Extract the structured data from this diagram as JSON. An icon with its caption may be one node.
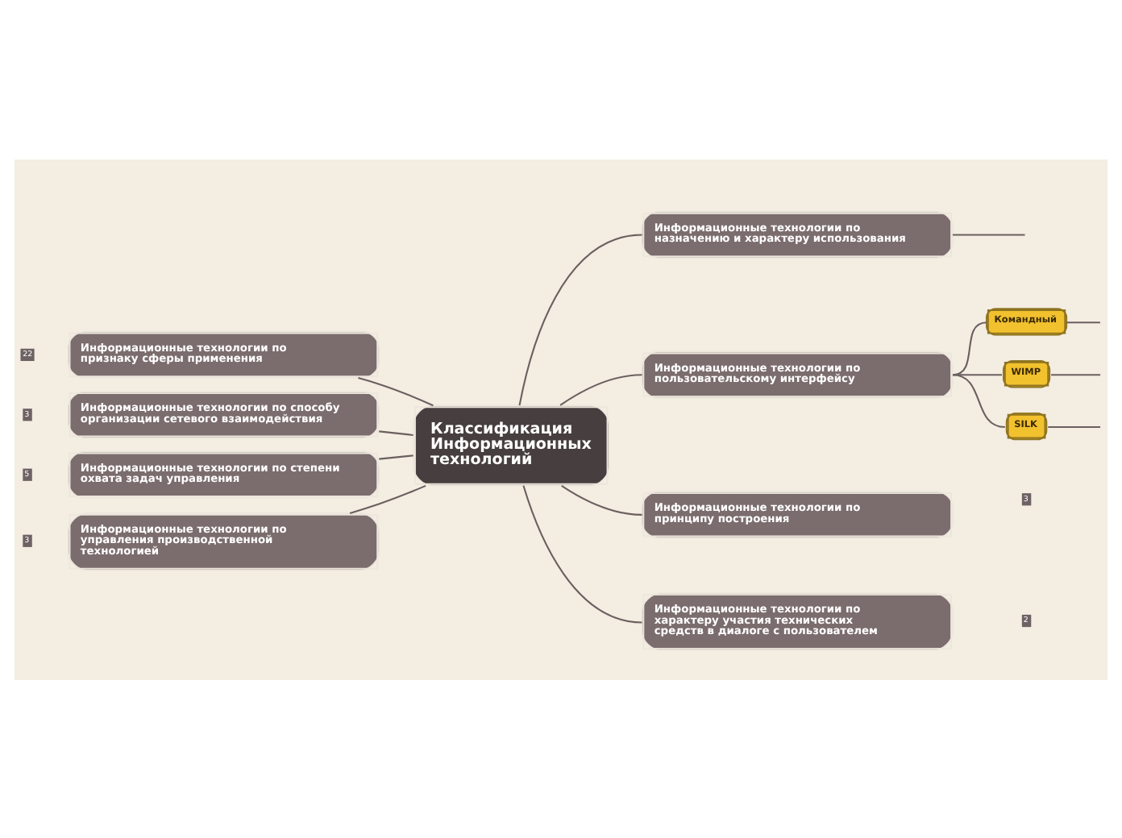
{
  "diagram": {
    "nodes": [
      {
        "text": [
          "Классификация Информационных технологий"
        ]
      },
      {
        "text": [
          "Информационные технологии по признаку сферы применения"
        ]
      },
      {
        "text": [
          "Информационные технологии по способу организации сетевого взаимодействия"
        ]
      },
      {
        "text": [
          "Информационные технологии по степени охвата задач управления"
        ]
      },
      {
        "text": [
          "Информационные технологии по управления производственной технологией"
        ]
      },
      {
        "text": [
          "Информационные технологии по назначению и характеру использования"
        ]
      },
      {
        "text": [
          "Информационные технологии по пользовательскому интерфейсу"
        ]
      },
      {
        "text": [
          "Командный"
        ]
      },
      {
        "text": [
          "WIMP"
        ]
      },
      {
        "text": [
          "SILK"
        ]
      },
      {
        "text": [
          "Информационные технологии по принципу построения"
        ]
      },
      {
        "text": [
          "Информационные технологии по характеру участия технических средств в диалоге с пользователем"
        ]
      }
    ],
    "edges": [
      {
        "from": 1,
        "to": 0,
        "arrow": "none"
      },
      {
        "from": 2,
        "to": 0,
        "arrow": "none"
      },
      {
        "from": 3,
        "to": 0,
        "arrow": "none"
      },
      {
        "from": 4,
        "to": 0,
        "arrow": "none"
      },
      {
        "from": 0,
        "to": 5,
        "arrow": "none"
      },
      {
        "from": 0,
        "to": 6,
        "arrow": "none"
      },
      {
        "from": 0,
        "to": 10,
        "arrow": "none"
      },
      {
        "from": 0,
        "to": 11,
        "arrow": "none"
      },
      {
        "from": 5,
        "to": null,
        "arrow": "none"
      },
      {
        "from": 6,
        "to": 7,
        "arrow": "none"
      },
      {
        "from": 6,
        "to": 8,
        "arrow": "none"
      },
      {
        "from": 6,
        "to": 9,
        "arrow": "none"
      },
      {
        "from": 7,
        "to": null,
        "arrow": "none"
      },
      {
        "from": 8,
        "to": null,
        "arrow": "none"
      },
      {
        "from": 9,
        "to": null,
        "arrow": "none"
      }
    ],
    "labels": [
      "22",
      "3",
      "5",
      "3",
      "3",
      "2"
    ]
  }
}
